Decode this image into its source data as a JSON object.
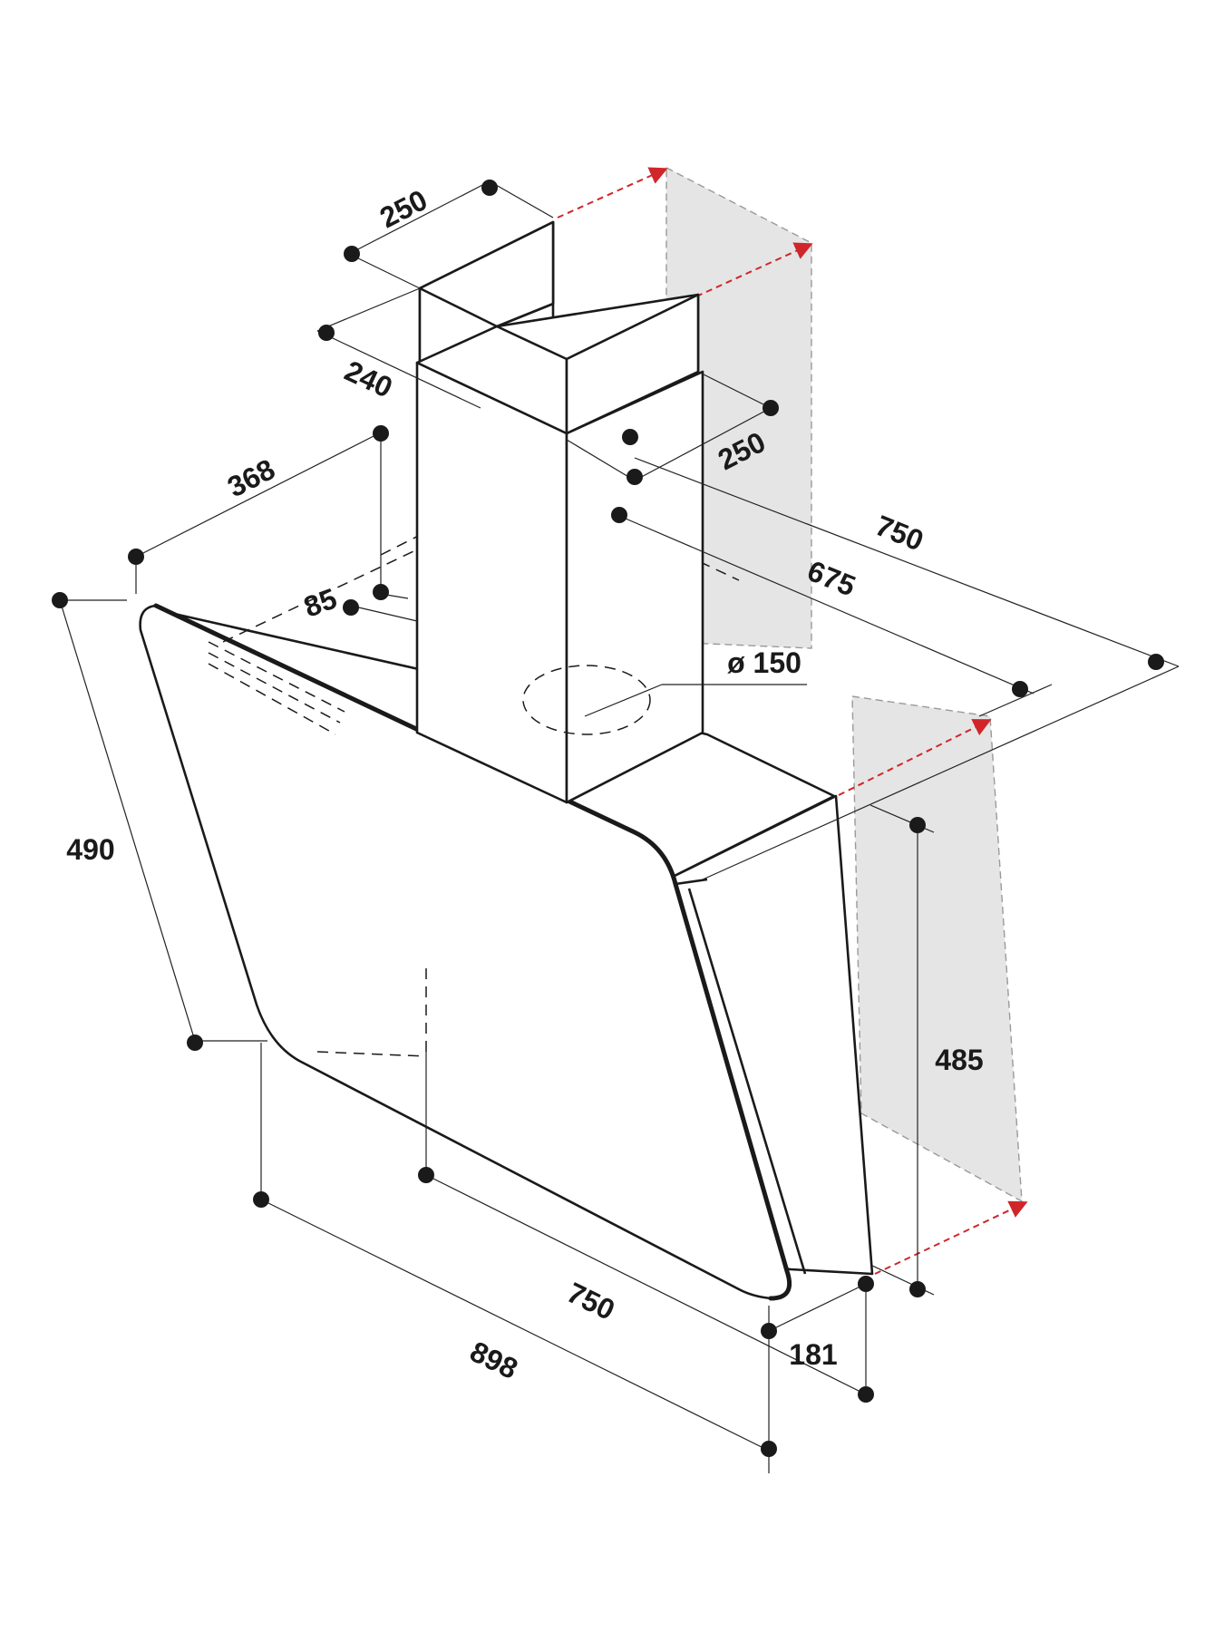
{
  "dimensions": {
    "chimney_width_top": "250",
    "chimney_depth": "240",
    "chimney_width_side": "250",
    "top_depth": "368",
    "offset": "85",
    "outlet_diameter": "ø 150",
    "width_total": "750",
    "width_inner": "675",
    "panel_height": "490",
    "wall_height": "485",
    "bottom_width": "750",
    "total_depth": "898",
    "bottom_depth": "181"
  },
  "colors": {
    "line": "#1a1a1a",
    "wall": "#e5e5e5",
    "arrow": "#d0262a"
  }
}
